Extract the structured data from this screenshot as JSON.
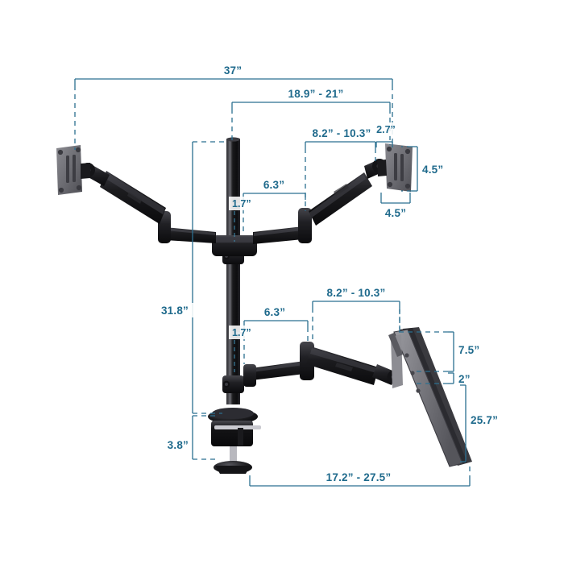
{
  "diagram": {
    "title": "Triple Monitor Desk Mount Dimension Diagram",
    "background_color": "#ffffff",
    "dimension_color": "#2b6f90",
    "label_color": "#1f6a8c",
    "hardware_color": "#1a1a1c",
    "vesa_plate_color": "#6e6e73",
    "units": "inches"
  },
  "dimensions": {
    "overall_width": "37”",
    "top_arm_span": "18.9” - 21”",
    "top_right_arm_reach": "8.2” - 10.3”",
    "top_head_offset": "2.7”",
    "vesa_height": "4.5”",
    "vesa_width": "4.5”",
    "upper_base_arm": "6.3”",
    "upper_riser_gap": "1.7”",
    "pole_height": "31.8”",
    "lower_base_arm": "6.3”",
    "lower_riser_gap": "1.7”",
    "lower_arm_reach": "8.2” - 10.3”",
    "clamp_height": "3.8”",
    "panel_upper_section": "7.5”",
    "panel_mid_section": "2”",
    "panel_lower_section": "25.7”",
    "depth_range": "17.2” - 27.5”"
  },
  "parts": {
    "left_monitor_head": "left-vesa-head",
    "right_monitor_head": "right-vesa-head",
    "lower_monitor_panel": "tilted-monitor-panel",
    "center_pole": "vertical-pole",
    "desk_clamp": "c-clamp-base",
    "arm_hub": "arm-collar-hub"
  }
}
